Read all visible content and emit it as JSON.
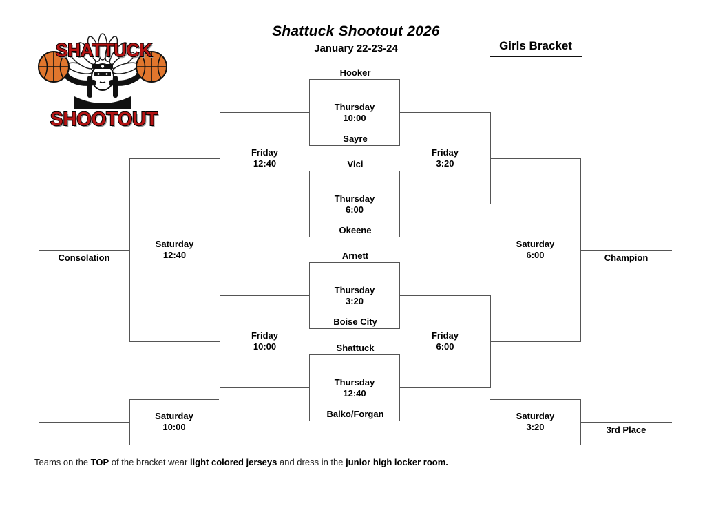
{
  "header": {
    "title": "Shattuck Shootout 2026",
    "dates": "January 22-23-24",
    "bracket_label": "Girls Bracket"
  },
  "logo": {
    "top_text": "SHATTUCK",
    "bottom_text": "SHOOTOUT"
  },
  "games": {
    "round1": [
      {
        "top_team": "Hooker",
        "bottom_team": "Sayre",
        "day": "Thursday",
        "time": "10:00"
      },
      {
        "top_team": "Vici",
        "bottom_team": "Okeene",
        "day": "Thursday",
        "time": "6:00"
      },
      {
        "top_team": "Arnett",
        "bottom_team": "Boise City",
        "day": "Thursday",
        "time": "3:20"
      },
      {
        "top_team": "Shattuck",
        "bottom_team": "Balko/Forgan",
        "day": "Thursday",
        "time": "12:40"
      }
    ],
    "friday": [
      {
        "day": "Friday",
        "time": "12:40"
      },
      {
        "day": "Friday",
        "time": "3:20"
      },
      {
        "day": "Friday",
        "time": "10:00"
      },
      {
        "day": "Friday",
        "time": "6:00"
      }
    ],
    "saturday": [
      {
        "day": "Saturday",
        "time": "12:40"
      },
      {
        "day": "Saturday",
        "time": "6:00"
      },
      {
        "day": "Saturday",
        "time": "10:00"
      },
      {
        "day": "Saturday",
        "time": "3:20"
      }
    ]
  },
  "labels": {
    "consolation": "Consolation",
    "champion": "Champion",
    "third_place": "3rd Place"
  },
  "footer": {
    "seg1": "Teams on the ",
    "seg2": "TOP",
    "seg3": " of the bracket wear ",
    "seg4": "light colored jerseys",
    "seg5": " and dress in the ",
    "seg6": "junior high locker room."
  },
  "colors": {
    "line": "#555555",
    "text": "#000000",
    "logo_red": "#b51414",
    "ball_orange": "#e1762d",
    "background": "#ffffff"
  }
}
